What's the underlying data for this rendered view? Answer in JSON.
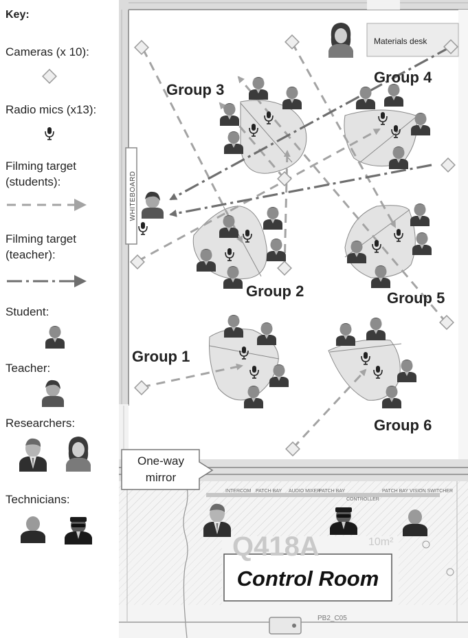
{
  "key": {
    "title": "Key:",
    "cameras": "Cameras (x 10):",
    "radio_mics": "Radio mics (x13):",
    "filming_students_1": "Filming target",
    "filming_students_2": "(students):",
    "filming_teacher_1": "Filming target",
    "filming_teacher_2": "(teacher):",
    "student": "Student:",
    "teacher": "Teacher:",
    "researchers": "Researchers:",
    "technicians": "Technicians:"
  },
  "room": {
    "materials_desk": "Materials desk",
    "whiteboard": "WHITEBOARD",
    "mirror_line1": "One-way",
    "mirror_line2": "mirror",
    "room_number": "Q418A",
    "control_room": "Control Room",
    "plan_labels": [
      "INTERCOM",
      "PATCH BAY",
      "AUDIO MIXER",
      "PATCH BAY",
      "CONTROLLER",
      "PATCH BAY",
      "VISION SWITCHER",
      "PB2_C05",
      "10m²"
    ]
  },
  "groups": [
    {
      "label": "Group 1"
    },
    {
      "label": "Group 2"
    },
    {
      "label": "Group 3"
    },
    {
      "label": "Group 4"
    },
    {
      "label": "Group 5"
    },
    {
      "label": "Group 6"
    }
  ],
  "colors": {
    "group_fill": "#e3e3e3",
    "arrow": "#9a9a9a",
    "teacher_arrow": "#6e6e6e",
    "wall": "#9c9c9c",
    "student_head": "#8a8a8a",
    "student_body": "#3a3a3a"
  },
  "icons": {
    "camera": "diamond-camera-icon",
    "mic": "microphone-icon",
    "student": "student-person-icon",
    "teacher": "teacher-person-icon",
    "researcher": "researcher-person-icon",
    "technician": "technician-person-icon"
  }
}
